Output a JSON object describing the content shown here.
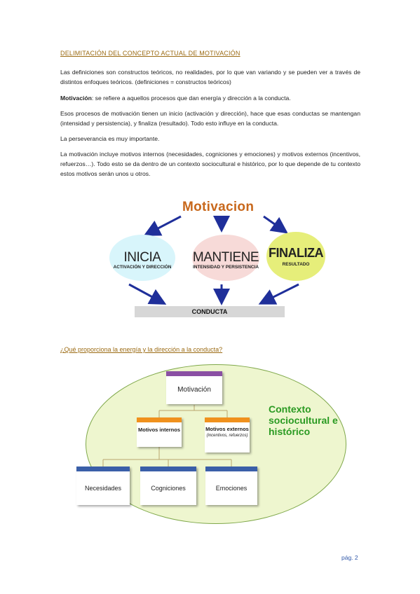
{
  "heading": "DELIMITACIÓN DEL CONCEPTO ACTUAL DE MOTIVACIÓN",
  "paragraphs": {
    "p1": "Las definiciones son constructos teóricos, no realidades, por lo que van variando y se pueden ver a través de distintos enfoques teóricos. (definiciones = constructos teóricos)",
    "p2_bold": "Motivación",
    "p2_rest": ": se refiere a aquellos procesos que dan energía y dirección a la conducta.",
    "p3": "Esos procesos de motivación tienen un inicio (activación y dirección), hace que esas conductas se mantengan (intensidad y persistencia), y finaliza (resultado). Todo esto influye en la conducta.",
    "p4": "La perseverancia es muy importante.",
    "p5": "La motivación incluye motivos internos (necesidades, cogniciones y emociones) y motivos externos (incentivos, refuerzos…). Todo esto se da dentro de un contexto sociocultural e histórico, por lo que depende de tu contexto estos motivos serán unos u otros."
  },
  "diagram1": {
    "title": "Motivacion",
    "inicia": {
      "main": "INICIA",
      "sub": "ACTIVACIÓN Y DIRECCIÓN"
    },
    "mantiene": {
      "main": "MANTIENE",
      "sub": "INTENSIDAD Y PERSISTENCIA"
    },
    "finaliza": {
      "main": "FINALIZA",
      "sub": "RESULTADO"
    },
    "conducta": "CONDUCTA",
    "colors": {
      "title": "#c8681c",
      "arrow": "#1f2f9a",
      "inicia": "#d8f5fb",
      "mantiene": "#f7dad8",
      "finaliza": "#e6ee7a"
    }
  },
  "heading2": "¿Qué proporciona la energía y la dirección a la conducta?",
  "diagram2": {
    "motivacion": "Motivación",
    "internos": "Motivos internos",
    "externos": "Motivos externos",
    "externos_note": "(incentivos, refuerzos)",
    "necesidades": "Necesidades",
    "cogniciones": "Cogniciones",
    "emociones": "Emociones",
    "contexto_l1": "Contexto",
    "contexto_l2": "sociocultural e",
    "contexto_l3": "histórico",
    "colors": {
      "purple": "#8a4fa3",
      "orange": "#f0911d",
      "blue": "#3a5fa8",
      "context": "#2a9a22",
      "ellipse": "#eef6cf"
    }
  },
  "page_number": "pág. 2"
}
